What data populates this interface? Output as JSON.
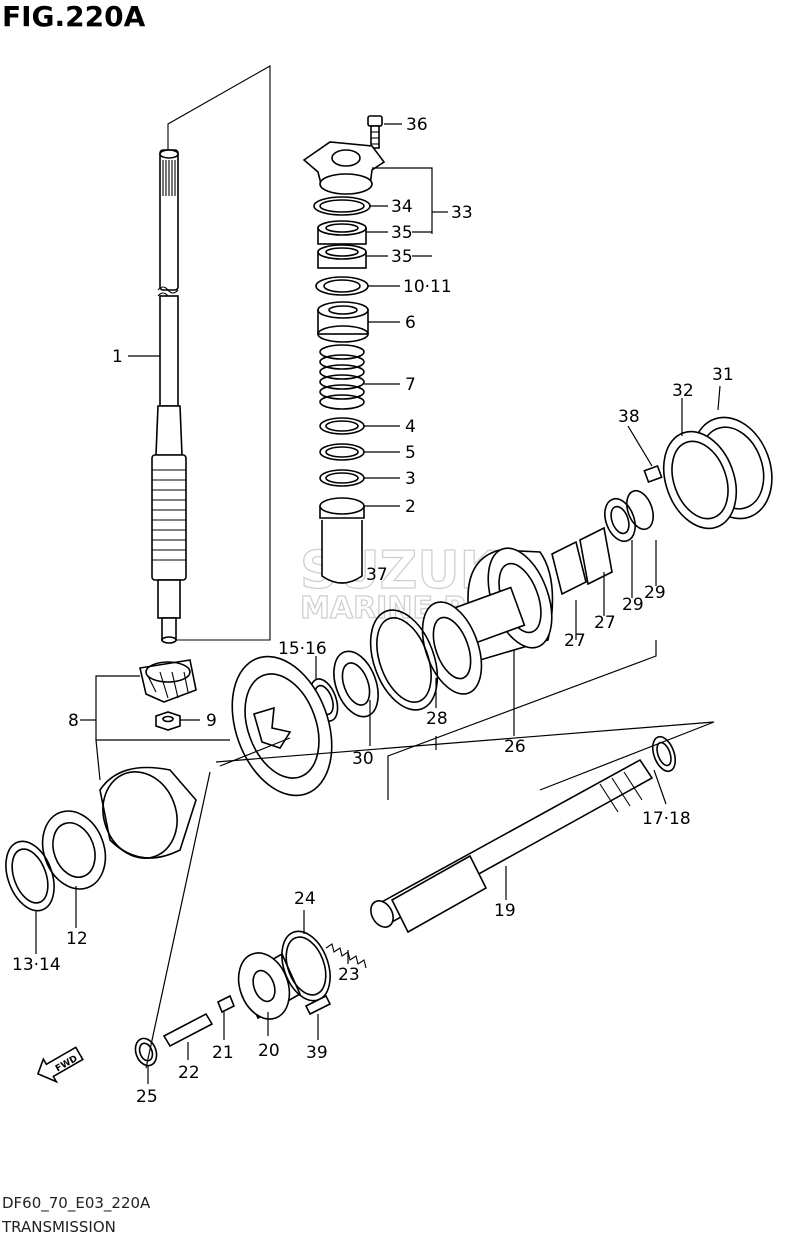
{
  "figure": {
    "title": "FIG.220A",
    "drawing_code": "DF60_70_E03_220A",
    "section_name": "TRANSMISSION"
  },
  "watermark": {
    "line1": "SUZUKI",
    "line2": "MARINE PARTS"
  },
  "direction_badge": {
    "text": "FWD",
    "icon": "forward-arrow-icon"
  },
  "callouts": [
    {
      "id": "36",
      "text": "36"
    },
    {
      "id": "34",
      "text": "34"
    },
    {
      "id": "33",
      "text": "33"
    },
    {
      "id": "35a",
      "text": "35"
    },
    {
      "id": "35b",
      "text": "35"
    },
    {
      "id": "10-11",
      "text": "10·11"
    },
    {
      "id": "6",
      "text": "6"
    },
    {
      "id": "1",
      "text": "1"
    },
    {
      "id": "7",
      "text": "7"
    },
    {
      "id": "4",
      "text": "4"
    },
    {
      "id": "5",
      "text": "5"
    },
    {
      "id": "3",
      "text": "3"
    },
    {
      "id": "2",
      "text": "2"
    },
    {
      "id": "37",
      "text": "37"
    },
    {
      "id": "31",
      "text": "31"
    },
    {
      "id": "32",
      "text": "32"
    },
    {
      "id": "38",
      "text": "38"
    },
    {
      "id": "29a",
      "text": "29"
    },
    {
      "id": "29b",
      "text": "29"
    },
    {
      "id": "27a",
      "text": "27"
    },
    {
      "id": "27b",
      "text": "27"
    },
    {
      "id": "15-16",
      "text": "15·16"
    },
    {
      "id": "8",
      "text": "8"
    },
    {
      "id": "9",
      "text": "9"
    },
    {
      "id": "28",
      "text": "28"
    },
    {
      "id": "30",
      "text": "30"
    },
    {
      "id": "26",
      "text": "26"
    },
    {
      "id": "17-18",
      "text": "17·18"
    },
    {
      "id": "12",
      "text": "12"
    },
    {
      "id": "13-14",
      "text": "13·14"
    },
    {
      "id": "24",
      "text": "24"
    },
    {
      "id": "19",
      "text": "19"
    },
    {
      "id": "23",
      "text": "23"
    },
    {
      "id": "21",
      "text": "21"
    },
    {
      "id": "20",
      "text": "20"
    },
    {
      "id": "39",
      "text": "39"
    },
    {
      "id": "22",
      "text": "22"
    },
    {
      "id": "25",
      "text": "25"
    }
  ]
}
